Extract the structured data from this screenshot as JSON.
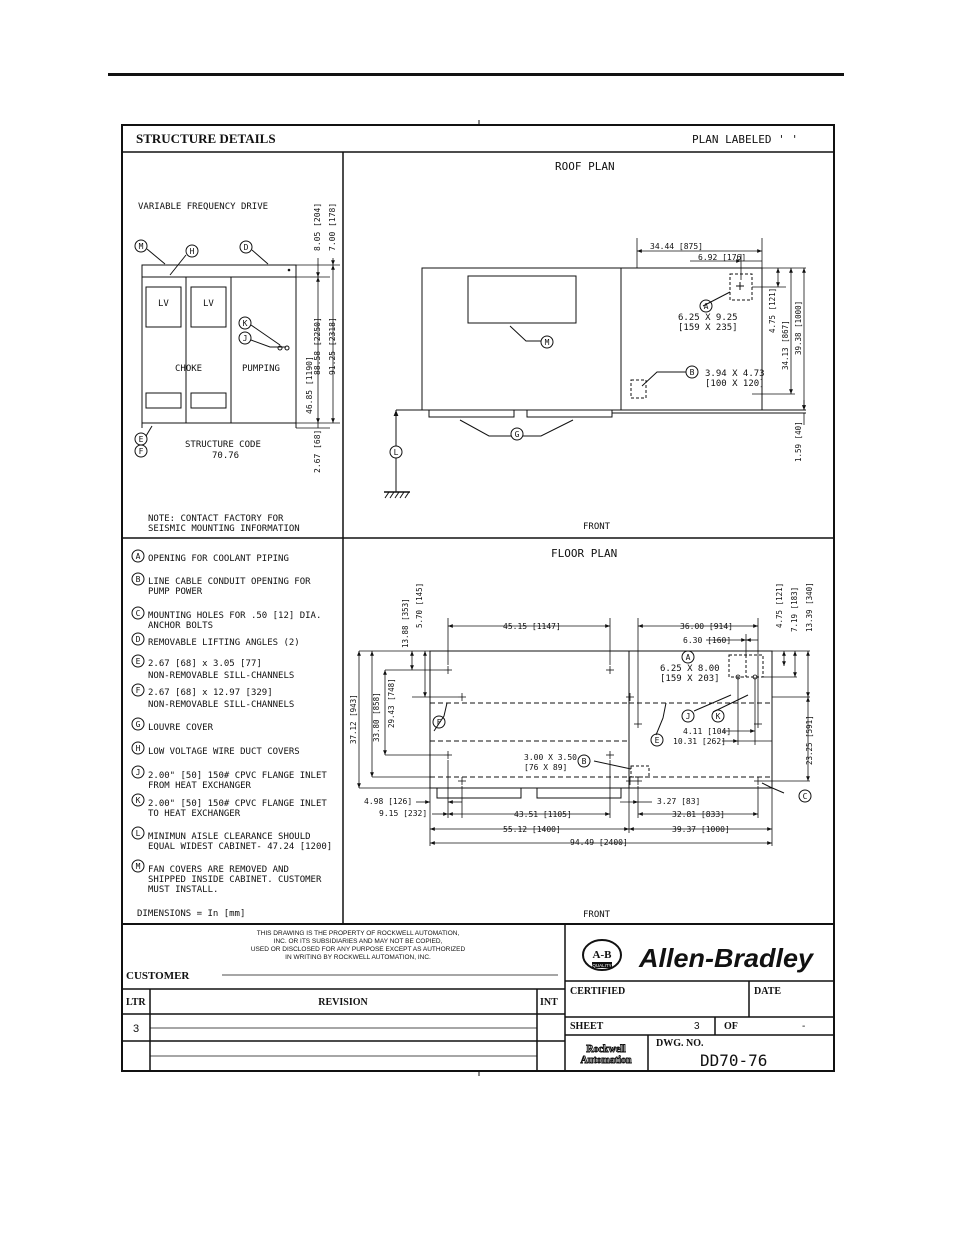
{
  "header": {
    "title": "STRUCTURE DETAILS",
    "plan_label": "PLAN LABELED ' '"
  },
  "elevation": {
    "title": "VARIABLE FREQUENCY DRIVE",
    "lv1": "LV",
    "lv2": "LV",
    "choke": "CHOKE",
    "pumping": "PUMPING",
    "structure_code_label": "STRUCTURE CODE",
    "structure_code_value": "70.76",
    "note1": "NOTE:   CONTACT FACTORY FOR",
    "note2": "SEISMIC MOUNTING INFORMATION",
    "dims": [
      "8.05 [204]",
      "7.00 [178]",
      "88.58 [2250]",
      "91.25 [2318]",
      "46.85 [1190]",
      "2.67 [68]"
    ],
    "callouts": {
      "M": "M",
      "H": "H",
      "D": "D",
      "K": "K",
      "J": "J",
      "E": "E",
      "F": "F"
    }
  },
  "roof_plan": {
    "title": "ROOF PLAN",
    "front": "FRONT",
    "dims": [
      "34.44 [875]",
      "6.92 [176]",
      "4.75 [121]",
      "34.13 [867]",
      "39.38 [1000]",
      "1.59 [40]"
    ],
    "opening_a1": "6.25  X  9.25",
    "opening_a2": "[159  X  235]",
    "opening_b1": "3.94  X  4.73",
    "opening_b2": "[100  X  120]",
    "callouts": {
      "A": "A",
      "B": "B",
      "M": "M",
      "G": "G",
      "L": "L"
    }
  },
  "legend": {
    "items": [
      {
        "key": "A",
        "line1": "OPENING FOR COOLANT PIPING",
        "line2": "",
        "line3": ""
      },
      {
        "key": "B",
        "line1": "LINE CABLE CONDUIT OPENING FOR",
        "line2": "PUMP POWER",
        "line3": ""
      },
      {
        "key": "C",
        "line1": "MOUNTING HOLES FOR .50 [12] DIA.",
        "line2": "ANCHOR BOLTS",
        "line3": ""
      },
      {
        "key": "D",
        "line1": "REMOVABLE LIFTING ANGLES (2)",
        "line2": "",
        "line3": ""
      },
      {
        "key": "E",
        "line1": "2.67 [68] x 3.05 [77]",
        "line2": "NON-REMOVABLE SILL-CHANNELS",
        "line3": ""
      },
      {
        "key": "F",
        "line1": "2.67 [68] x 12.97 [329]",
        "line2": "NON-REMOVABLE SILL-CHANNELS",
        "line3": ""
      },
      {
        "key": "G",
        "line1": "LOUVRE COVER",
        "line2": "",
        "line3": ""
      },
      {
        "key": "H",
        "line1": "LOW VOLTAGE WIRE DUCT COVERS",
        "line2": "",
        "line3": ""
      },
      {
        "key": "J",
        "line1": "2.00\" [50] 150# CPVC FLANGE INLET",
        "line2": "FROM HEAT EXCHANGER",
        "line3": ""
      },
      {
        "key": "K",
        "line1": "2.00\" [50] 150# CPVC FLANGE INLET",
        "line2": "TO HEAT EXCHANGER",
        "line3": ""
      },
      {
        "key": "L",
        "line1": "MINIMUN AISLE CLEARANCE SHOULD",
        "line2": "EQUAL WIDEST CABINET- 47.24 [1200]",
        "line3": ""
      },
      {
        "key": "M",
        "line1": "FAN COVERS ARE REMOVED AND",
        "line2": "SHIPPED INSIDE CABINET.  CUSTOMER",
        "line3": "MUST INSTALL."
      }
    ],
    "dimensions_note": "DIMENSIONS = In [mm]"
  },
  "floor_plan": {
    "title": "FLOOR PLAN",
    "front": "FRONT",
    "dims_top": [
      "45.15 [1147]",
      "36.00 [914]",
      "6.30 [160]"
    ],
    "dims_left": [
      "5.70 [145]",
      "13.88 [353]",
      "29.43 [748]",
      "33.80 [858]",
      "37.12 [943]"
    ],
    "dims_right": [
      "4.75 [121]",
      "7.19 [183]",
      "13.39 [340]",
      "23.25 [591]"
    ],
    "opening_a1": "6.25  X  8.00",
    "opening_a2": "[159  X  203]",
    "dim_411": "4.11 [104]",
    "dim_1031": "10.31 [262]",
    "opening_b1": "3.00  X  3.50",
    "opening_b2": "[76  X  89]",
    "dims_bottom": [
      "4.98 [126]",
      "9.15 [232]",
      "43.51 [1105]",
      "55.12 [1400]",
      "3.27 [83]",
      "32.81 [833]",
      "39.37 [1000]",
      "94.49 [2400]"
    ],
    "callouts": {
      "A": "A",
      "B": "B",
      "C": "C",
      "E": "E",
      "F": "F",
      "J": "J",
      "K": "K"
    }
  },
  "title_block": {
    "property_notice": [
      "THIS DRAWING IS THE PROPERTY OF ROCKWELL AUTOMATION,",
      "INC. OR ITS SUBSIDIARIES AND MAY NOT BE COPIED,",
      "USED OR DISCLOSED FOR ANY PURPOSE EXCEPT AS AUTHORIZED",
      "IN WRITING BY ROCKWELL AUTOMATION, INC."
    ],
    "customer_label": "CUSTOMER",
    "ltr_label": "LTR",
    "revision_label": "REVISION",
    "int_label": "INT",
    "ltr_value": "3",
    "ab_logo_text": "A-B",
    "ab_quality": "QUALITY",
    "brand": "Allen-Bradley",
    "certified_label": "CERTIFIED",
    "date_label": "DATE",
    "sheet_label": "SHEET",
    "sheet_value": "3",
    "of_label": "OF",
    "of_value": "-",
    "rockwell_1": "Rockwell",
    "rockwell_2": "Automation",
    "dwg_no_label": "DWG.  NO.",
    "dwg_no_value": "DD70-76"
  }
}
